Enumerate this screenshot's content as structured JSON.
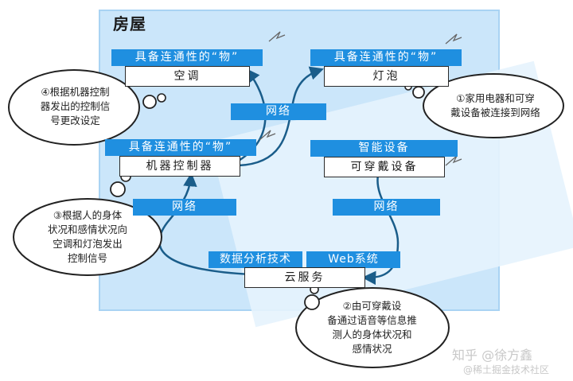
{
  "house": {
    "title": "房屋"
  },
  "nodes": {
    "ac": {
      "header": "具备连通性的“物”",
      "label": "空调"
    },
    "bulb": {
      "header": "具备连通性的“物”",
      "label": "灯泡"
    },
    "controller": {
      "header": "具备连通性的“物”",
      "label": "机器控制器"
    },
    "wearable": {
      "header": "智能设备",
      "label": "可穿戴设备"
    },
    "cloud": {
      "header_left": "数据分析技术",
      "header_right": "Web系统",
      "label": "云服务"
    }
  },
  "networks": {
    "center": "网络",
    "left": "网络",
    "right": "网络"
  },
  "bubbles": {
    "b1": {
      "line1": "①家用电器和可穿",
      "line2": "戴设备被连接到网络"
    },
    "b2": {
      "line1": "②由可穿戴设",
      "line2": "备通过语音等信息推",
      "line3": "测人的身体状况和",
      "line4": "感情状况"
    },
    "b3": {
      "line1": "③根据人的身体",
      "line2": "状况和感情状况向",
      "line3": "空调和灯泡发出",
      "line4": "控制信号"
    },
    "b4": {
      "line1": "④根据机器控制",
      "line2": "器发出的控制信",
      "line3": "号更改设定"
    }
  },
  "watermark": {
    "line1": "知乎 @徐方鑫",
    "line2": "@稀土掘金技术社区"
  },
  "colors": {
    "bar": "#1f8fe0",
    "house": "#cbe6fa",
    "arrow": "#1a5d8a"
  }
}
